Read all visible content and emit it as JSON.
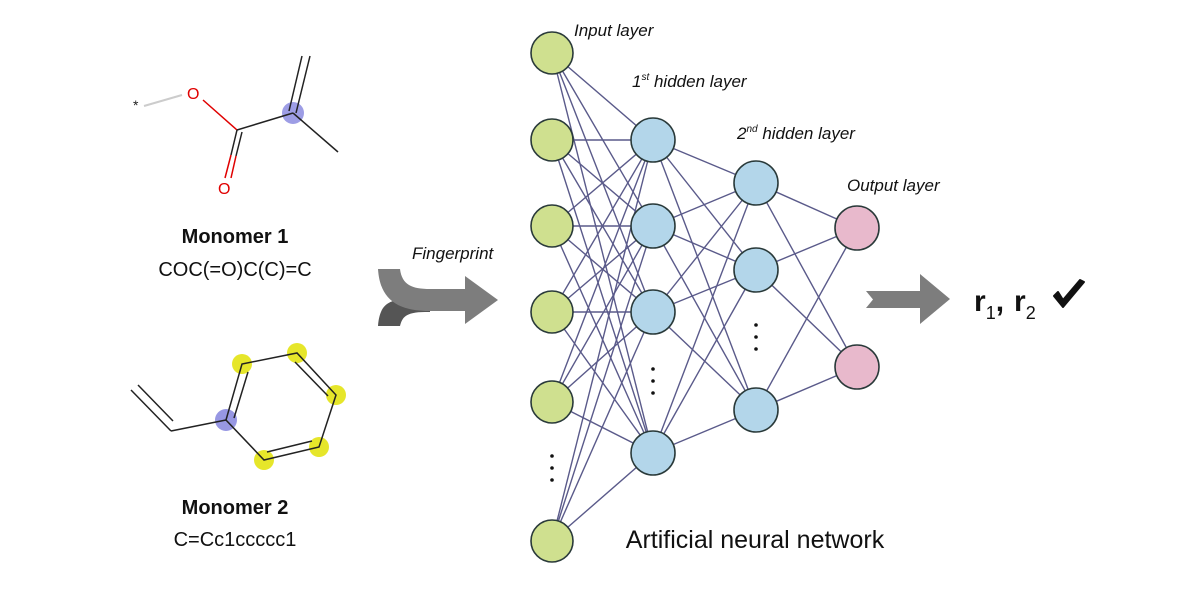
{
  "monomer1": {
    "title": "Monomer 1",
    "smiles": "COC(=O)C(C)=C",
    "atom_labels": {
      "star": "*",
      "o1": "O",
      "o2": "O"
    }
  },
  "monomer2": {
    "title": "Monomer 2",
    "smiles": "C=Cc1ccccc1"
  },
  "fingerprint_label": "Fingerprint",
  "network": {
    "title": "Artificial neural network",
    "layers": [
      {
        "name": "Input layer",
        "prefix": "",
        "sup": "",
        "suffix": "Input layer",
        "nodes_shown": 6,
        "color": "#cfe08f"
      },
      {
        "name": "1st hidden layer",
        "prefix": "1",
        "sup": "st",
        "suffix": " hidden layer",
        "nodes_shown": 4,
        "color": "#b3d6ea"
      },
      {
        "name": "2nd hidden layer",
        "prefix": "2",
        "sup": "nd",
        "suffix": " hidden layer",
        "nodes_shown": 3,
        "color": "#b3d6ea"
      },
      {
        "name": "Output layer",
        "prefix": "",
        "sup": "",
        "suffix": "Output layer",
        "nodes_shown": 2,
        "color": "#e8b9cc"
      }
    ],
    "edge_color": "#5a5a8a",
    "ellipsis": "⋮"
  },
  "result": {
    "r1_base": "r",
    "r1_sub": "1",
    "separator": ",",
    "r2_base": "r",
    "r2_sub": "2",
    "check": "✔"
  },
  "highlight_colors": {
    "blue_atom": "#8c8ce0",
    "yellow_atom": "#e6e62a"
  }
}
